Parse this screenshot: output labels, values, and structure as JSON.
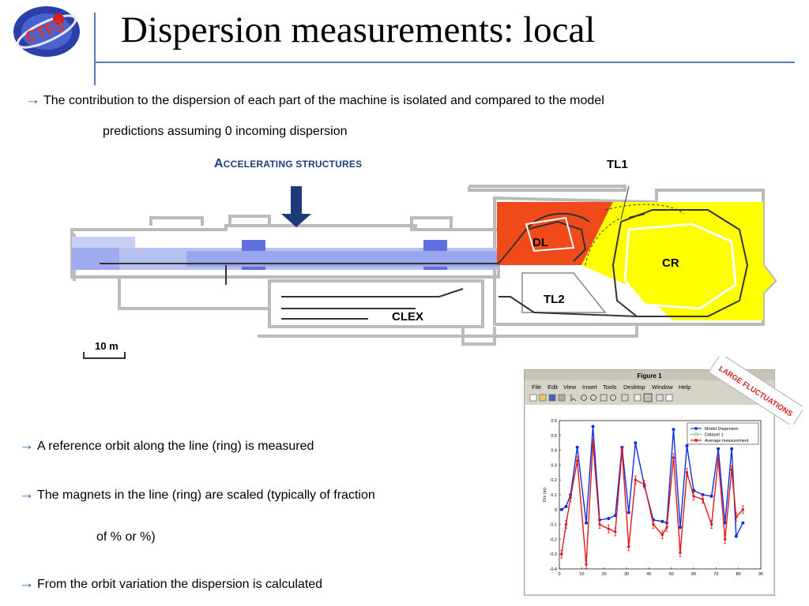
{
  "slide": {
    "title": "Dispersion measurements: local",
    "arrow_glyph": "→",
    "bullet1_line1": "The contribution to the dispersion of each part of the machine is isolated and compared to the model",
    "bullet1_line2": "predictions assuming 0 incoming dispersion",
    "accelerating_first": "A",
    "accelerating_rest": "CCELERATING STRUCTURES",
    "bullet2": "A reference orbit along the line (ring) is measured",
    "bullet3_line1": "The magnets in the line (ring) are scaled (typically of fraction",
    "bullet3_line2": "of % or %)",
    "bullet4": "From the orbit variation the dispersion is calculated",
    "large_fluctuations": "LARGE FLUCTUATIONS"
  },
  "logo": {
    "text": "CTF3"
  },
  "layout": {
    "labels": {
      "tl1": "TL1",
      "dl": "DL",
      "cr": "CR",
      "tl2": "TL2",
      "clex": "CLEX"
    },
    "scale_label": "10 m",
    "colors": {
      "dl": "#f04a1a",
      "cr": "#ffff00",
      "linac": "#9aa6ee",
      "linac_dark": "#6070e0",
      "arrow": "#1f3a78"
    }
  },
  "figure": {
    "window_title": "Figure 1",
    "menu": [
      "File",
      "Edit",
      "View",
      "Insert",
      "Tools",
      "Desktop",
      "Window",
      "Help"
    ]
  },
  "chart_data": {
    "type": "line",
    "ylabel": "D/x (m)",
    "xlim": [
      0,
      90
    ],
    "ylim": [
      -0.4,
      0.6
    ],
    "xticks": [
      0,
      10,
      20,
      30,
      40,
      50,
      60,
      70,
      80,
      90
    ],
    "yticks": [
      -0.4,
      -0.3,
      -0.2,
      -0.1,
      0,
      0.1,
      0.2,
      0.3,
      0.4,
      0.5,
      0.6
    ],
    "legend_position": "top-right",
    "series": [
      {
        "name": "Model Dispersion",
        "color": "#1030e0",
        "x": [
          1,
          3,
          5,
          8,
          12,
          15,
          18,
          22,
          25,
          28,
          31,
          34,
          38,
          42,
          46,
          48,
          51,
          54,
          57,
          60,
          64,
          68,
          71,
          74,
          77,
          79,
          82
        ],
        "y": [
          0.0,
          0.02,
          0.1,
          0.42,
          -0.09,
          0.56,
          -0.07,
          -0.06,
          -0.04,
          0.42,
          -0.02,
          0.45,
          0.16,
          -0.07,
          -0.08,
          -0.09,
          0.54,
          -0.12,
          0.43,
          0.13,
          0.1,
          0.09,
          0.41,
          -0.09,
          0.41,
          -0.18,
          -0.09
        ]
      },
      {
        "name": "Dataset 1",
        "color": "#40a040",
        "x": [],
        "y": []
      },
      {
        "name": "Average measurement",
        "color": "#e01818",
        "x": [
          1,
          3,
          5,
          8,
          12,
          15,
          18,
          22,
          25,
          28,
          31,
          34,
          38,
          42,
          46,
          48,
          51,
          54,
          57,
          60,
          64,
          68,
          71,
          74,
          77,
          79,
          82
        ],
        "y": [
          -0.3,
          -0.1,
          0.08,
          0.33,
          -0.37,
          0.45,
          -0.1,
          -0.13,
          -0.15,
          0.4,
          -0.25,
          0.2,
          0.17,
          -0.1,
          -0.17,
          -0.12,
          0.35,
          -0.29,
          0.25,
          0.09,
          0.07,
          -0.1,
          0.34,
          -0.2,
          0.27,
          -0.05,
          0.0
        ]
      }
    ]
  }
}
